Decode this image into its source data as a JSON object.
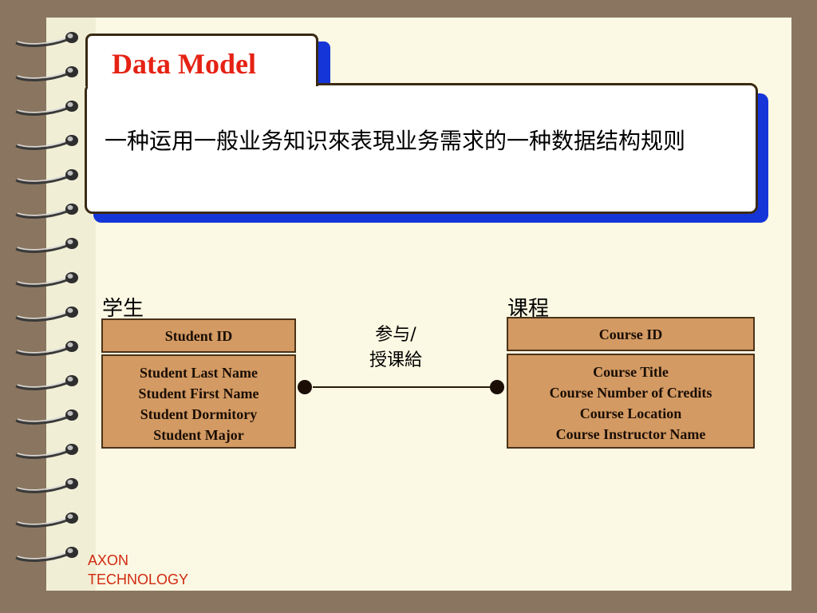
{
  "title": "Data Model",
  "definition": "一种运用一般业务知识來表現业务需求的一种数据结构规则",
  "entities": [
    {
      "name": "学生",
      "key": "Student ID",
      "attributes": [
        "Student Last Name",
        "Student First Name",
        "Student Dormitory",
        "Student Major"
      ]
    },
    {
      "name": "课程",
      "key": "Course ID",
      "attributes": [
        "Course Title",
        "Course Number of Credits",
        "Course Location",
        "Course Instructor Name"
      ]
    }
  ],
  "relationship": {
    "line1": "参与/",
    "line2": "授课給"
  },
  "brand": {
    "line1": "AXON",
    "line2": "TECHNOLOGY"
  },
  "colors": {
    "background": "#8a7660",
    "page": "#fbf9e3",
    "title": "#e52214",
    "box_shadow": "#1535d8",
    "entity_fill": "#d39a63",
    "brand": "#d02a10"
  },
  "icons": [
    "spiral-binding-ring-icon"
  ]
}
